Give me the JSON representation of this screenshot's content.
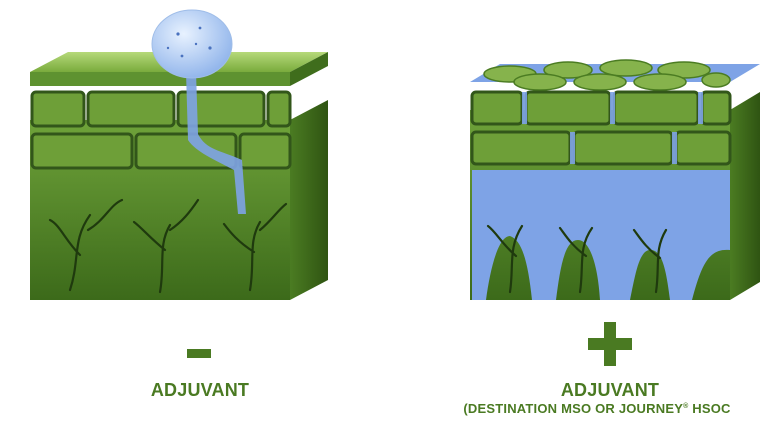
{
  "colors": {
    "accent": "#4a7a22",
    "leaf_dark": "#3e6a1c",
    "leaf_light": "#8fbf4a",
    "water": "#7ea3e6"
  },
  "left": {
    "sign": "minus",
    "caption": "ADJUVANT"
  },
  "right": {
    "sign": "plus",
    "caption": "ADJUVANT",
    "subcaption_main": "(DESTINATION MSO OR JOURNEY",
    "subcaption_reg": "®",
    "subcaption_tail": " HSOC"
  }
}
